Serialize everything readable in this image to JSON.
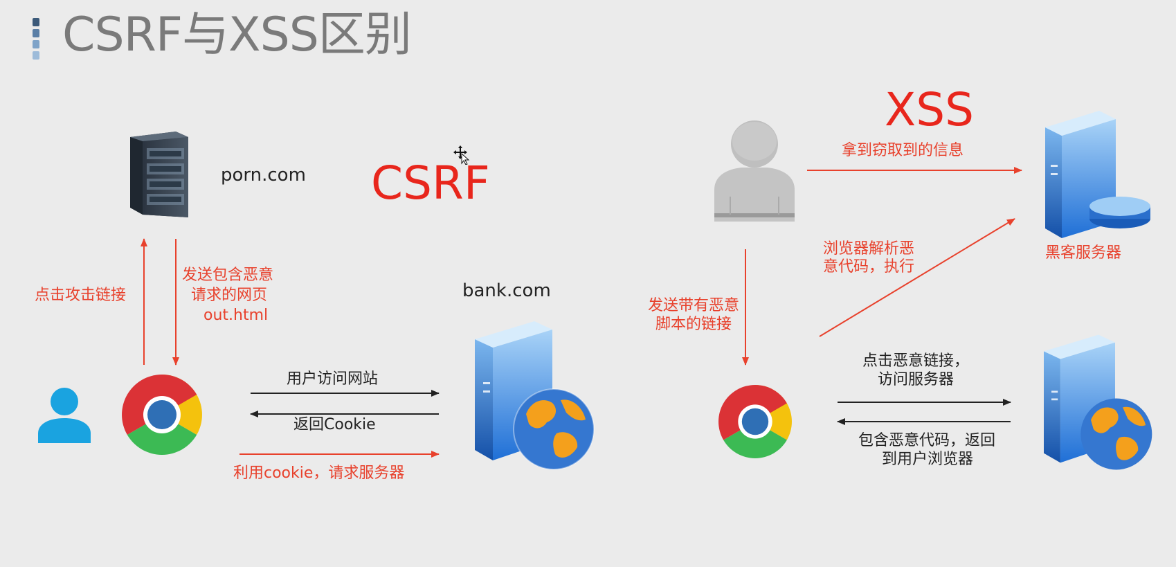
{
  "title": "CSRF与XSS区别",
  "colors": {
    "accent": "#e8412c",
    "title": "#7a7a7a",
    "background": "#ebebeb"
  },
  "csrf": {
    "heading": "CSRF",
    "attacker_site": "porn.com",
    "bank_site": "bank.com",
    "click_link": "点击攻击链接",
    "send_page_line1": "发送包含恶意",
    "send_page_line2": "请求的网页",
    "send_page_line3": "out.html",
    "user_visit": "用户访问网站",
    "return_cookie": "返回Cookie",
    "use_cookie": "利用cookie，请求服务器"
  },
  "xss": {
    "heading": "XSS",
    "stolen_info": "拿到窃取到的信息",
    "hacker_server": "黑客服务器",
    "browser_parse_line1": "浏览器解析恶",
    "browser_parse_line2": "意代码，执行",
    "send_link_line1": "发送带有恶意",
    "send_link_line2": "脚本的链接",
    "click_malicious_line1": "点击恶意链接，",
    "click_malicious_line2": "访问服务器",
    "return_code_line1": "包含恶意代码，返回",
    "return_code_line2": "到用户浏览器"
  }
}
